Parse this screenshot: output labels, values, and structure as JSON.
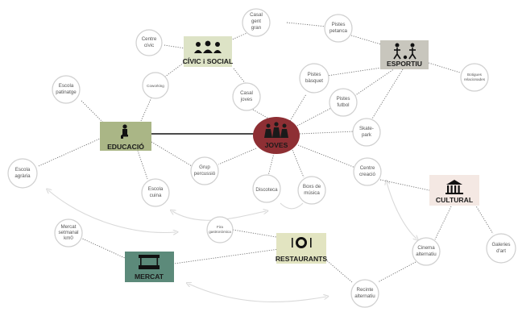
{
  "hubs": {
    "civic": {
      "label": "CÍVIC i SOCIAL",
      "color": "#dde3c6",
      "icon": "people-group-icon"
    },
    "esportiu": {
      "label": "ESPORTIU",
      "color": "#c8c6bd",
      "icon": "players-ball-icon"
    },
    "educacio": {
      "label": "EDUCACIÓ",
      "color": "#aab686",
      "icon": "teacher-board-icon"
    },
    "joves": {
      "label": "JOVES",
      "color": "#8e2f34",
      "icon": "youth-group-icon"
    },
    "cultural": {
      "label": "CULTURAL",
      "color": "#f4e8e3",
      "icon": "museum-building-icon"
    },
    "restaurants": {
      "label": "RESTAURANTS",
      "color": "#e2e4c1",
      "icon": "plate-cutlery-icon"
    },
    "mercat": {
      "label": "MERCAT",
      "color": "#5c8a7a",
      "icon": "market-stall-icon"
    }
  },
  "nodes": {
    "centre_civic": [
      "Centre",
      "cívic"
    ],
    "casal_gent_gran": [
      "Casal",
      "gent",
      "gran"
    ],
    "pistes_petanca": [
      "Pistes",
      "petanca"
    ],
    "coworking": [
      "Coworking"
    ],
    "escola_patinatge": [
      "Escola",
      "patinatge"
    ],
    "casal_joves": [
      "Casal",
      "joves"
    ],
    "pistes_basquet": [
      "Pistes",
      "bàsquet"
    ],
    "pistes_futbol": [
      "Pistes",
      "futbol"
    ],
    "botigues": [
      "Botigues",
      "relacionades"
    ],
    "skate_park": [
      "Skate-",
      "park"
    ],
    "escola_agraria": [
      "Escola",
      "agrària"
    ],
    "grup_percussio": [
      "Grup",
      "percussió"
    ],
    "escola_cuina": [
      "Escola",
      "cuina"
    ],
    "discoteca": [
      "Discoteca"
    ],
    "boxs_musica": [
      "Boxs de",
      "música"
    ],
    "centre_creacio": [
      "Centre",
      "creació"
    ],
    "mercat_setmanal": [
      "Mercat",
      "setmanal",
      "km0"
    ],
    "fira_gastronomica": [
      "Fira",
      "gastronòmica"
    ],
    "cinema_alternatiu": [
      "Cinema",
      "alternatiu"
    ],
    "galeries_art": [
      "Galeries",
      "d'art"
    ],
    "recinte_alternatiu": [
      "Recinte",
      "alternatiu"
    ]
  },
  "colors": {
    "link": "#6e6e6e",
    "circle_border": "#cfcfcf",
    "arrow": "#d9d9d9"
  }
}
